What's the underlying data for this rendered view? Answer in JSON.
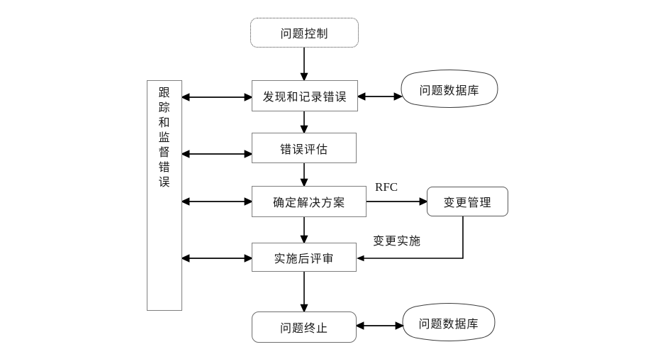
{
  "nodes": {
    "problem_control": "问题控制",
    "track_monitor": "跟踪和监督错误",
    "discover_record": "发现和记录错误",
    "problem_db_top": "问题数据库",
    "error_assess": "错误评估",
    "determine_solution": "确定解决方案",
    "change_mgmt": "变更管理",
    "post_review": "实施后评审",
    "problem_end": "问题终止",
    "problem_db_bottom": "问题数据库"
  },
  "edges": {
    "rfc": "RFC",
    "change_impl": "变更实施"
  },
  "colors": {
    "background": "#ffffff",
    "box_border": "#7f7f7f",
    "arrow": "#000000",
    "text": "#1a1a1a"
  }
}
